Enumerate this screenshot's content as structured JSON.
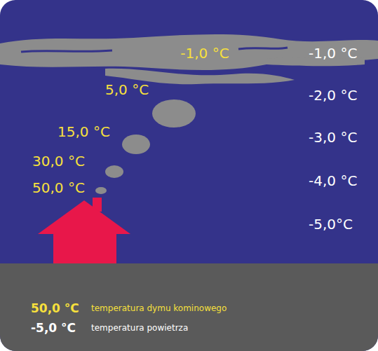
{
  "diagram": {
    "labels": [
      "-1,0 °C",
      "-1,0 °C",
      "5,0 °C",
      "-2,0 °C",
      "15,0 °C",
      "-3,0 °C",
      "30,0 °C",
      "-4,0 °C",
      "50,0 °C",
      "-5,0°C",
      "50,0 °C",
      "temperatura dymu kominowego",
      "-5,0 °C",
      "temperatura powietrza"
    ]
  }
}
